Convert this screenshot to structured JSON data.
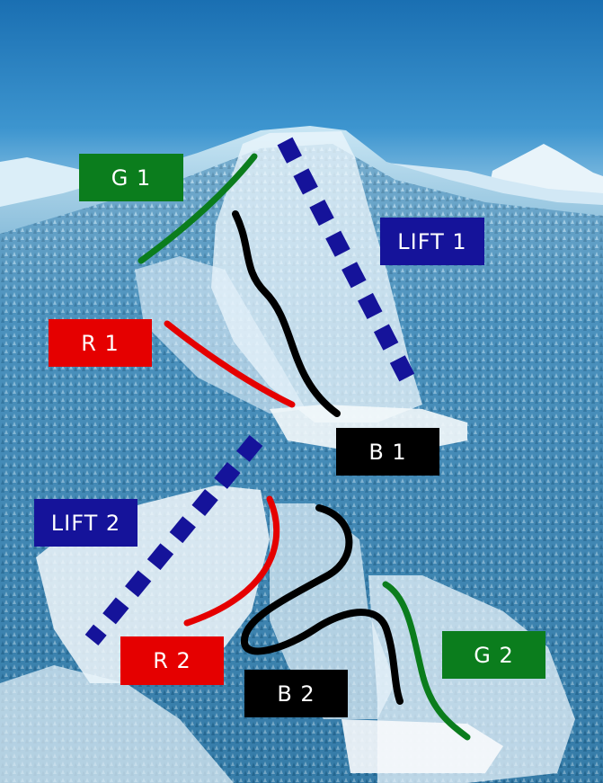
{
  "map": {
    "labels": {
      "g1": "G 1",
      "lift1": "LIFT 1",
      "r1": "R 1",
      "b1": "B 1",
      "lift2": "LIFT 2",
      "r2": "R 2",
      "b2": "B 2",
      "g2": "G 2"
    },
    "colors": {
      "green": "#0b7d1d",
      "red": "#e50000",
      "black": "#000000",
      "lift_blue": "#15139a",
      "sky": "#1f74b6"
    }
  }
}
